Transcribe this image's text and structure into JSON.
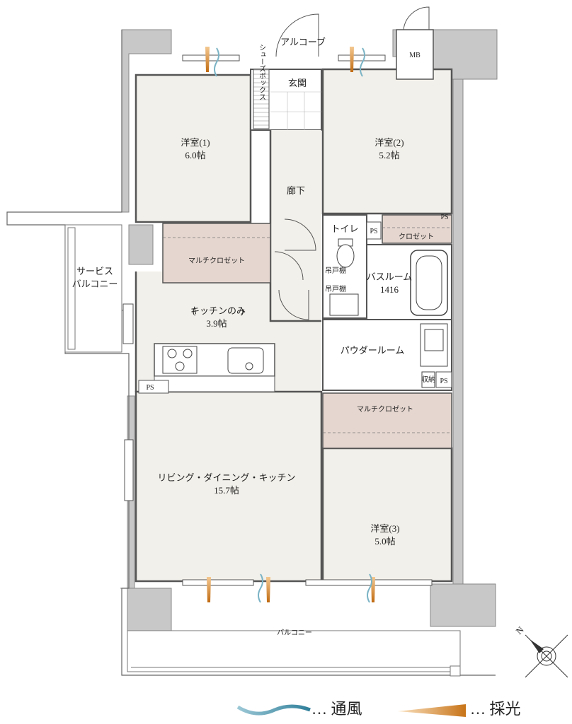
{
  "rooms": {
    "western_room_1_name": "洋室(1)",
    "western_room_1_size": "6.0帖",
    "western_room_2_name": "洋室(2)",
    "western_room_2_size": "5.2帖",
    "western_room_3_name": "洋室(3)",
    "western_room_3_size": "5.0帖",
    "ldk_name": "リビング・ダイニング・キッチン",
    "ldk_size": "15.7帖",
    "kitchen_only_name": "キッチンのみ",
    "kitchen_only_size": "3.9帖",
    "alcove": "アルコーブ",
    "entrance": "玄関",
    "shoe_box": "シューズボックス",
    "hallway": "廊下",
    "toilet": "トイレ",
    "bathroom_name": "バスルーム",
    "bathroom_size": "1416",
    "powder_room": "パウダールーム",
    "multi_closet_1": "マルチクロゼット",
    "multi_closet_2": "マルチクロゼット",
    "closet": "クロゼット",
    "hanging_shelf_1": "吊戸棚",
    "hanging_shelf_2": "吊戸棚",
    "storage": "収納",
    "service_balcony": [
      "サービス",
      "バルコニー"
    ],
    "balcony": "バルコニー",
    "mb": "MB",
    "ps_1": "PS",
    "ps_2": "PS",
    "ps_3": "PS",
    "ps_4": "PS"
  },
  "compass": {
    "north": "N"
  },
  "legend": {
    "ventilation_label": "… 通風",
    "daylight_label": "… 採光"
  },
  "colors": {
    "room_fill": "#f2f0ea",
    "closet_fill": "#e5d6cf",
    "wall_fill": "#c8c8c8",
    "ventilation": "#7ab3c5",
    "daylight": "#d48a2a"
  }
}
